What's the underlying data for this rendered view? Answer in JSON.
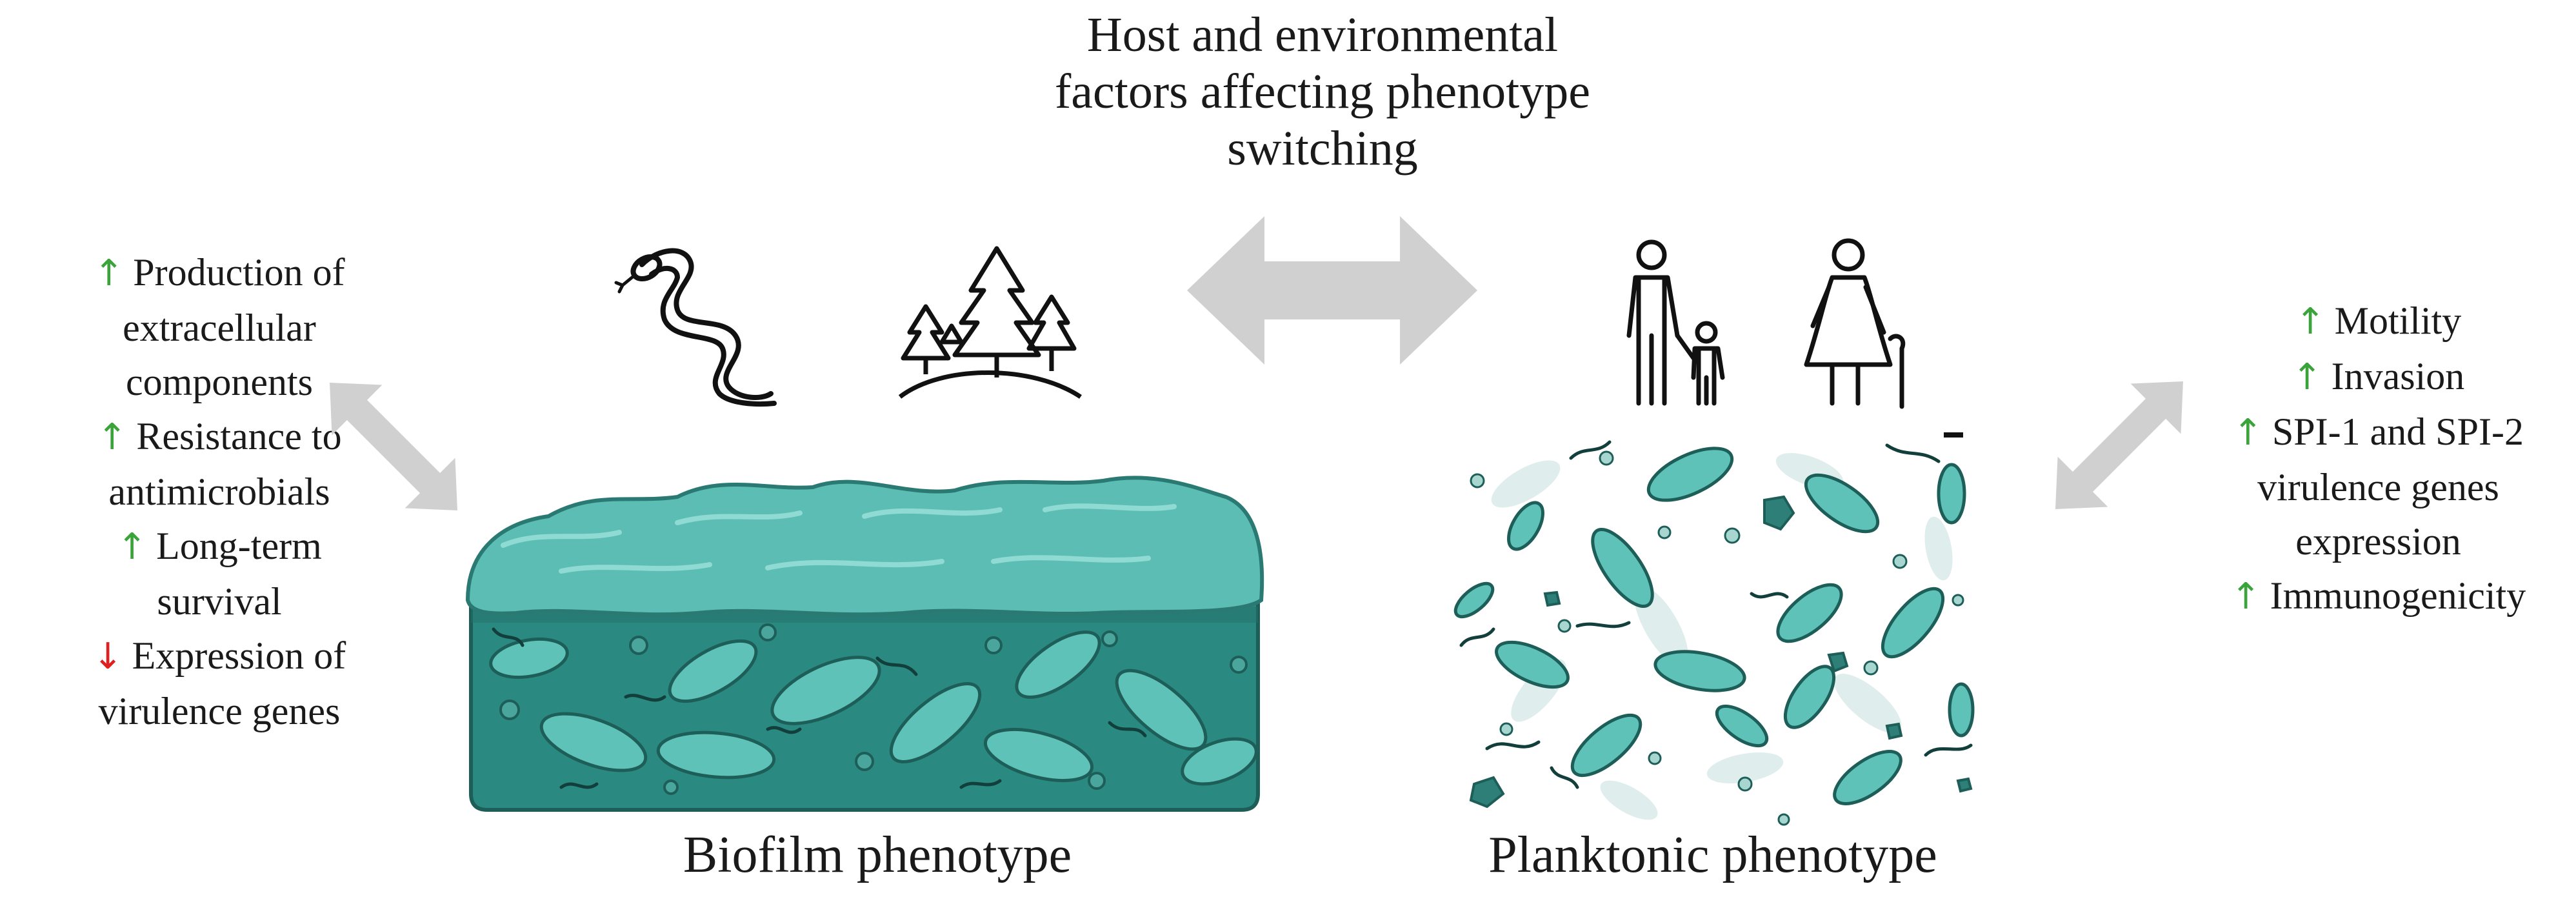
{
  "title": {
    "line1": "Host and environmental",
    "line2": "factors affecting phenotype",
    "line3": "switching"
  },
  "left_list": {
    "items": [
      {
        "arrow": "↑",
        "direction": "up",
        "line1": "Production of",
        "line2": "extracellular",
        "line3": "components"
      },
      {
        "arrow": "↑",
        "direction": "up",
        "line1": "Resistance to",
        "line2": "antimicrobials"
      },
      {
        "arrow": "↑",
        "direction": "up",
        "line1": "Long-term",
        "line2": "survival"
      },
      {
        "arrow": "↓",
        "direction": "down",
        "line1": "Expression of",
        "line2": "virulence genes"
      }
    ]
  },
  "right_list": {
    "items": [
      {
        "arrow": "↑",
        "direction": "up",
        "line1": "Motility"
      },
      {
        "arrow": "↑",
        "direction": "up",
        "line1": "Invasion"
      },
      {
        "arrow": "↑",
        "direction": "up",
        "line1": "SPI-1 and SPI-2",
        "line2": "virulence genes",
        "line3": "expression"
      },
      {
        "arrow": "↑",
        "direction": "up",
        "line1": "Immunogenicity"
      }
    ]
  },
  "captions": {
    "biofilm": "Biofilm phenotype",
    "planktonic": "Planktonic phenotype"
  },
  "icons": [
    "snake-icon",
    "forest-icon",
    "adult-child-icon",
    "elderly-person-icon"
  ],
  "colors": {
    "up_arrow": "#3aa43a",
    "down_arrow": "#e02020",
    "connector_arrow": "#d0d0d0",
    "biofilm_top": "#5bbdb3",
    "biofilm_body": "#2a8a82",
    "bacterium": "#5fc2b8"
  }
}
